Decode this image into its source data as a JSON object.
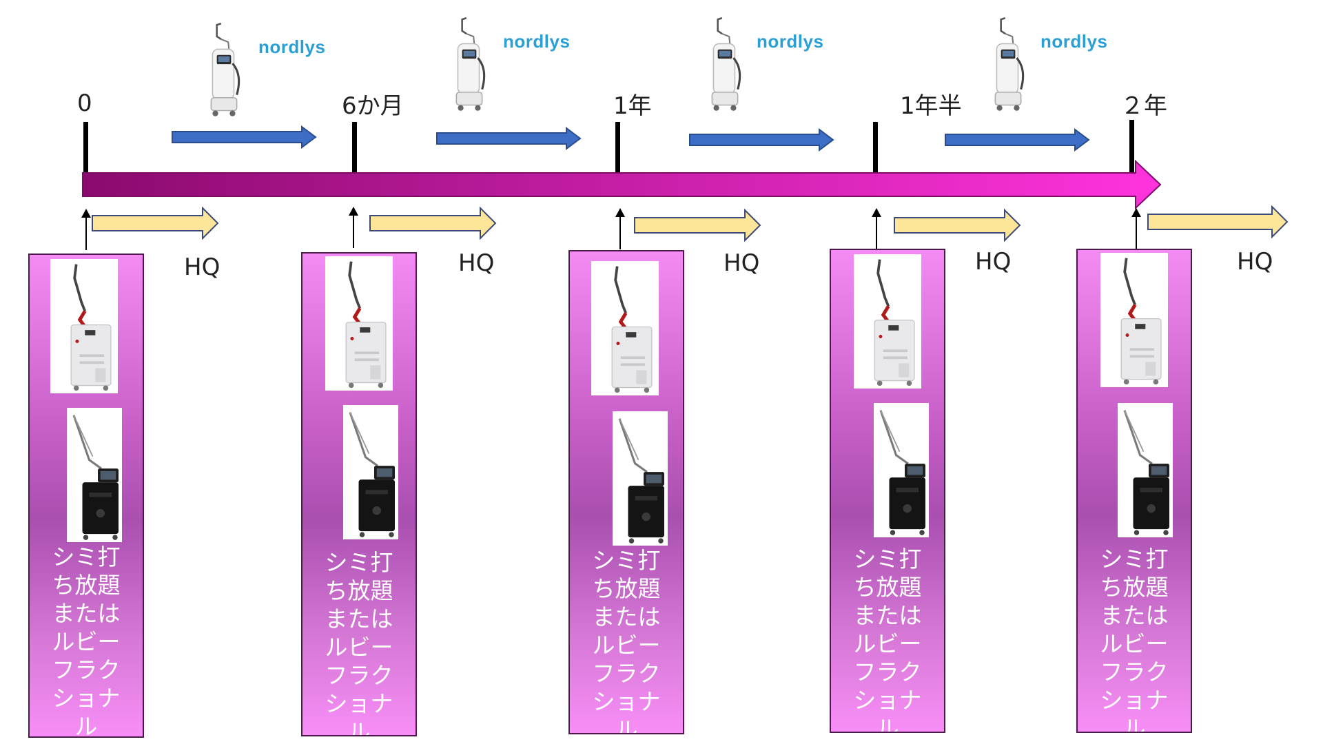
{
  "timeline": {
    "tick_labels": [
      "0",
      "6か月",
      "1年",
      "1年半",
      "２年"
    ]
  },
  "devices": {
    "brand": "nordlys",
    "upper_device_icon": "nordlys-cart-icon",
    "panel_device_top_icon": "white-laser-console-icon",
    "panel_device_bottom_icon": "black-laser-console-icon"
  },
  "treatment": {
    "hq_label": "HQ",
    "panel_text": "シミ打ち放題またはルビーフラクショナル"
  },
  "colors": {
    "main_arrow_start": "#8b0a6e",
    "main_arrow_end": "#ff33dd",
    "blue_arrow": "#3b6ec4",
    "yellow_arrow": "#fde699",
    "panel_top": "#f48af4",
    "panel_mid": "#a94fb0",
    "brand": "#2a9fd6"
  }
}
